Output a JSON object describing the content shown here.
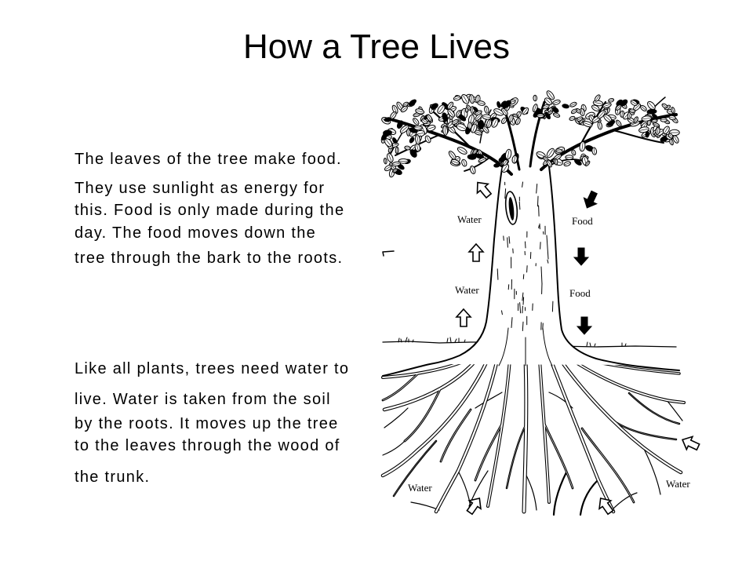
{
  "slide": {
    "title": "How a Tree Lives",
    "paragraphs": [
      {
        "lines": [
          "The leaves of the tree make food.",
          "They use sunlight as energy for",
          "this. Food is only made during the",
          "day. The food moves down the",
          "tree through the bark to the roots."
        ]
      },
      {
        "lines": [
          "Like all plants, trees need water to",
          "live. Water is taken from the soil",
          "by the roots. It moves up the tree",
          "to the leaves through the wood of",
          "the trunk."
        ]
      }
    ]
  },
  "diagram": {
    "labels": [
      "Water",
      "Food",
      "Water",
      "Food",
      "Water",
      "Water"
    ],
    "icons": {
      "water_flow": "hollow-arrow-icon",
      "food_flow": "solid-arrow-icon"
    },
    "colors": {
      "ink": "#000000",
      "background": "#ffffff"
    }
  }
}
